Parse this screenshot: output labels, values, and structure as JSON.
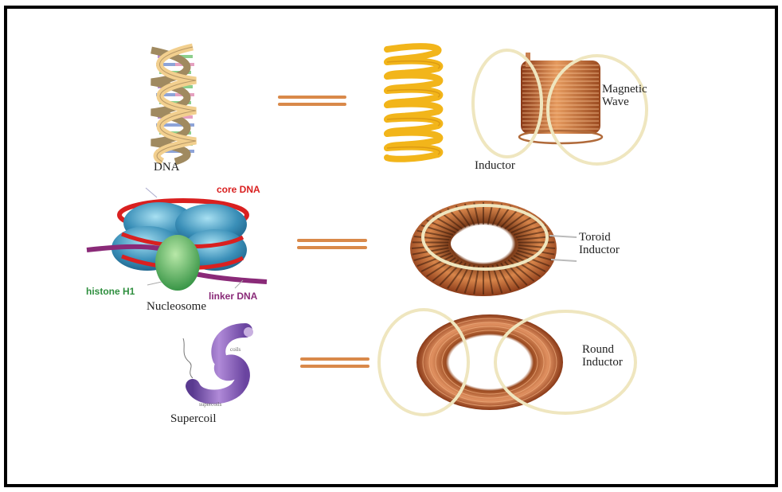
{
  "diagram": {
    "title": "DNA coils compared to inductors",
    "colors": {
      "border": "#000000",
      "equals": "#d9894a",
      "dna_backbone": "#f2cf8e",
      "spring": "#f2b51a",
      "copper": "#c0693a",
      "field_loop": "#efe6bf",
      "histone": "#3a8fb8",
      "histone_h1": "#5fb35f",
      "core_dna": "#d92020",
      "linker_dna": "#8a2a78",
      "supercoil": "#8a5bb0"
    },
    "rows": [
      {
        "id": "dna",
        "left_label": "DNA",
        "relation": "=",
        "right_labels": [
          "Inductor",
          "Magnetic",
          "Wave"
        ]
      },
      {
        "id": "nucleosome",
        "left_label": "Nucleosome",
        "left_annotations": [
          "core DNA",
          "histone H1",
          "linker DNA"
        ],
        "relation": "=",
        "right_labels": [
          "Toroid",
          "Inductor"
        ]
      },
      {
        "id": "supercoil",
        "left_label": "Supercoil",
        "left_annotations": [
          "coils",
          "supercoils"
        ],
        "relation": "=",
        "right_labels": [
          "Round",
          "Inductor"
        ]
      }
    ]
  }
}
